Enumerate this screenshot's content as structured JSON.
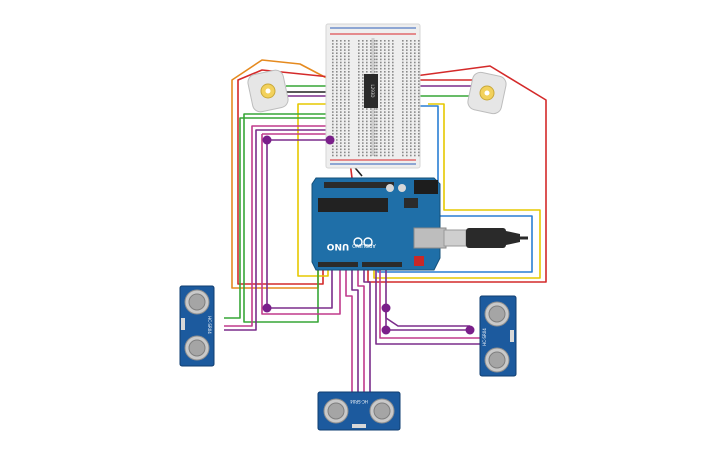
{
  "colors": {
    "background": "#ffffff",
    "arduino_board": "#1f6fa8",
    "arduino_edge": "#15507a",
    "breadboard": "#eeeeee",
    "rail_red": "#d9262b",
    "rail_blue": "#2f5fb8",
    "motor_body": "#e6e6e6",
    "motor_shaft": "#f2d15c",
    "sensor_pcb": "#1c5a9e",
    "junction": "#7a1f8a",
    "wire_red": "#d42a2a",
    "wire_orange": "#e58a1f",
    "wire_yellow": "#e6c800",
    "wire_green": "#37a637",
    "wire_purple": "#7b2d8b",
    "wire_magenta": "#c03a8c",
    "wire_blue": "#2a7fd4",
    "wire_black": "#222222"
  },
  "labels": {
    "arduino_brand": "ARDUINO",
    "arduino_model": "UNO",
    "ic_label": "L293D",
    "sensor_model": "HC-SR04",
    "sensor_model_bottom": "HC-SR04"
  },
  "icons": {
    "usb": "usb-connector-icon",
    "power": "dc-jack-icon",
    "motor": "dc-motor-icon",
    "sensor": "ultrasonic-sensor-icon"
  }
}
